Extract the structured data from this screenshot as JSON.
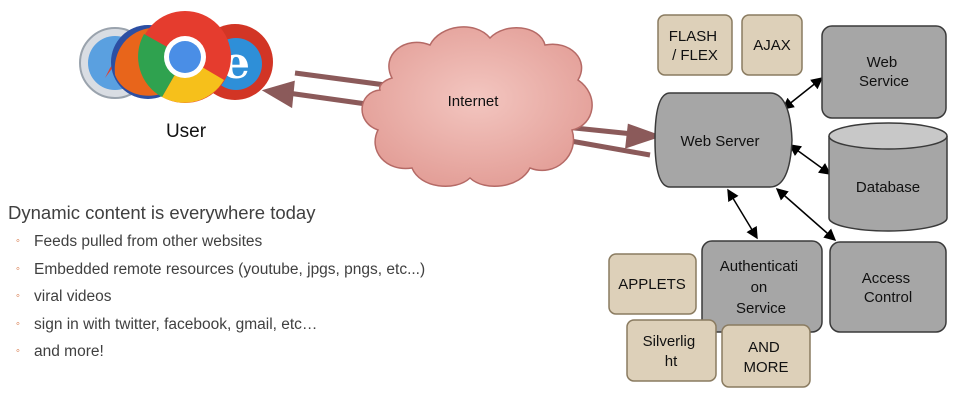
{
  "user": {
    "label": "User",
    "browser_icons": [
      "safari-icon",
      "firefox-icon",
      "chrome-icon",
      "ie-icon"
    ]
  },
  "cloud": {
    "label": "Internet"
  },
  "nodes": {
    "flash_flex": [
      "FLASH",
      "/ FLEX"
    ],
    "ajax": [
      "AJAX"
    ],
    "web_service": [
      "Web",
      "Service"
    ],
    "web_server": [
      "Web Server"
    ],
    "database": [
      "Database"
    ],
    "auth_service": [
      "Authenticati",
      "on",
      "Service"
    ],
    "access_control": [
      "Access",
      "Control"
    ],
    "applets": [
      "APPLETS"
    ],
    "silverlight": [
      "Silverlig",
      "ht"
    ],
    "and_more": [
      "AND",
      "MORE"
    ]
  },
  "text": {
    "heading": "Dynamic content is everywhere today",
    "bullets": [
      "Feeds pulled from other websites",
      "Embedded remote resources (youtube, jpgs, pngs, etc...)",
      "viral videos",
      "sign in with twitter, facebook, gmail, etc…",
      "and more!"
    ]
  },
  "colors": {
    "tan_box": "#ddd0b9",
    "tan_border": "#8a7b60",
    "gray_box": "#a6a6a6",
    "gray_border": "#3a3a3a",
    "cloud_fill": "#eab0aa",
    "cloud_border": "#b56a66",
    "arrow_brown": "#8b5a5a",
    "bullet_orange": "#d0622b"
  }
}
